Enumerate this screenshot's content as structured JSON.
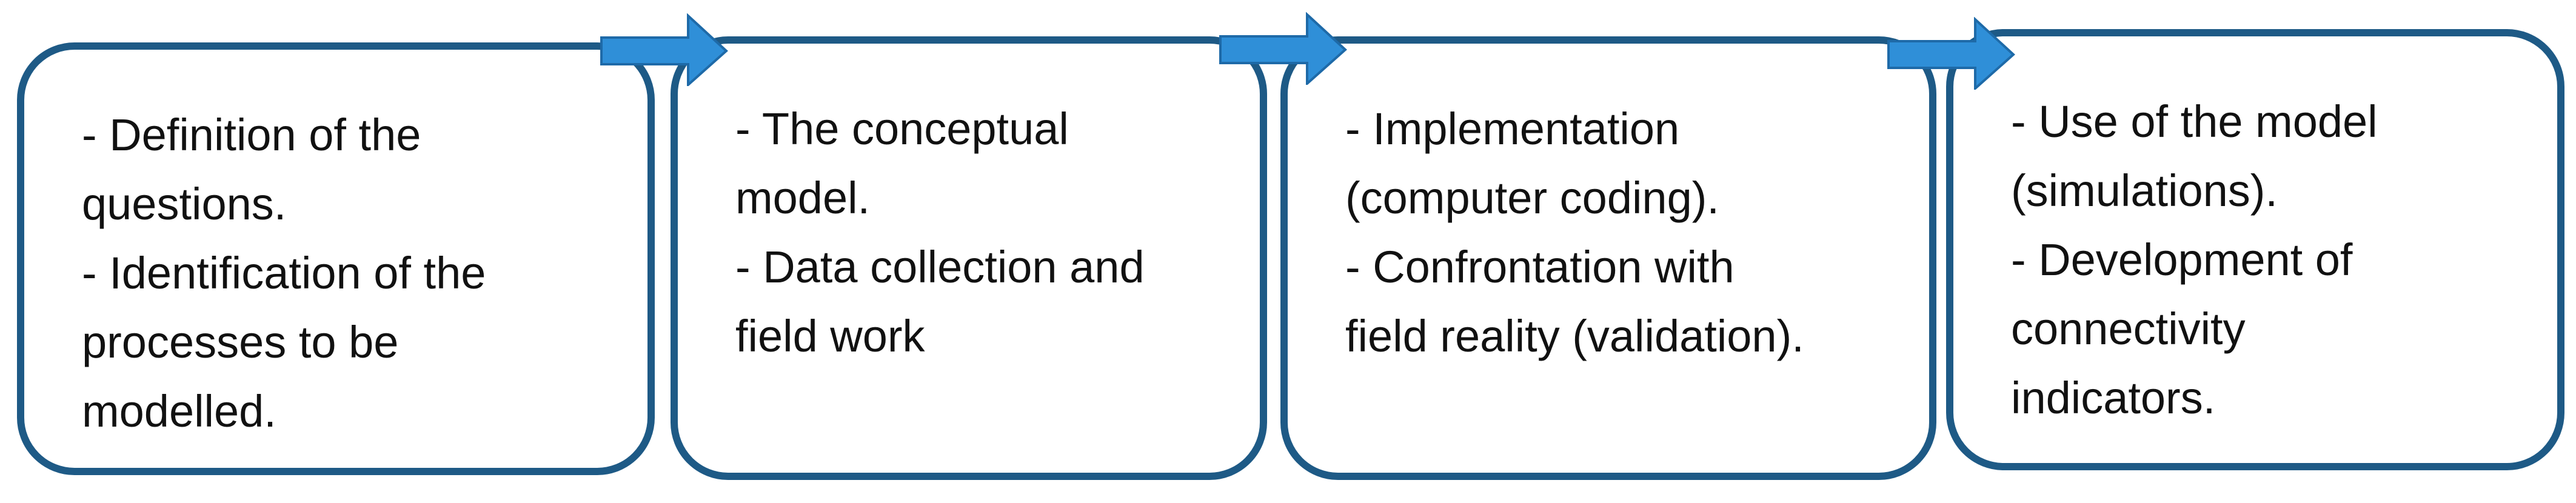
{
  "diagram": {
    "accent_color": "#1e5a86",
    "arrow_color": "#2f8fd8",
    "steps": [
      {
        "lines": [
          "- Definition of the",
          "questions.",
          "- Identification of the",
          "processes to be",
          "modelled."
        ]
      },
      {
        "lines": [
          "- The conceptual",
          "model.",
          "- Data collection and",
          "field work"
        ]
      },
      {
        "lines": [
          "- Implementation",
          "(computer coding).",
          "- Confrontation with",
          "field reality (validation)."
        ]
      },
      {
        "lines": [
          "- Use of the model",
          "(simulations).",
          "- Development of",
          "connectivity",
          "indicators."
        ]
      }
    ]
  }
}
